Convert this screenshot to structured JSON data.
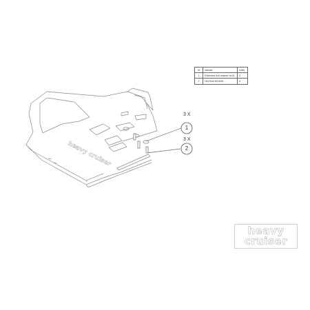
{
  "parts_table": {
    "headers": [
      "Id",
      "Names",
      "Units"
    ],
    "rows": [
      {
        "id": "1",
        "name": "Extended bolt washer 5x16",
        "qty": "3"
      },
      {
        "id": "2",
        "name": "Hex Bolt M10x30",
        "qty": "3"
      }
    ]
  },
  "callouts": [
    {
      "qty": "3 X",
      "number": "1"
    },
    {
      "qty": "3 X",
      "number": "2"
    }
  ],
  "plate_text": "heavy cruiser",
  "logo": {
    "line1": "heavy",
    "line2": "cruiser"
  },
  "colors": {
    "line": "#8a8a8a",
    "text": "#333333",
    "logo_outline": "#b8b8b8"
  }
}
